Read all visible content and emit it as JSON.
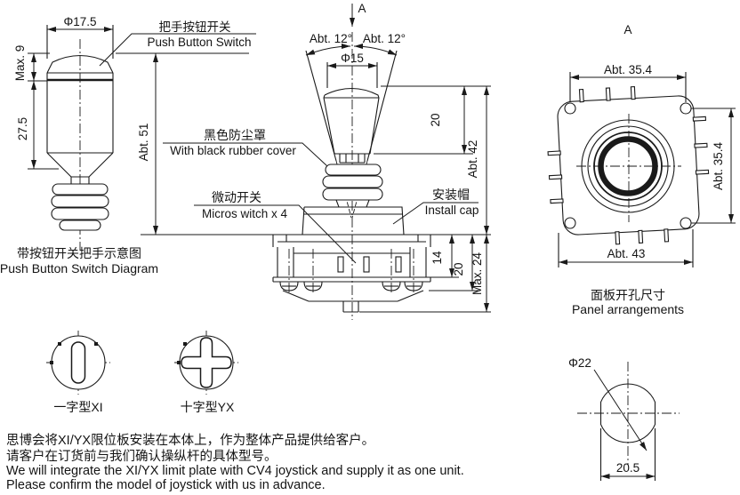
{
  "colors": {
    "line": "#1a1a1a",
    "background": "#ffffff"
  },
  "handle_view": {
    "dim_diameter": "Φ17.5",
    "dim_button_travel": "Max. 9",
    "dim_body_height": "27.5",
    "dim_total_height": "Abt. 51",
    "button_label_cn": "把手按钮开关",
    "button_label_en": "Push Button Switch",
    "caption_cn": "带按钮开关把手示意图",
    "caption_en": "Push Button Switch Diagram"
  },
  "joystick_view": {
    "view_arrow_label": "A",
    "dim_angle_left": "Abt. 12°",
    "dim_angle_right": "Abt. 12°",
    "dim_knob_diameter": "Φ15",
    "dim_knob_height": "20",
    "dim_above_panel": "Abt. 42",
    "dim_body_14": "14",
    "dim_body_20": "20",
    "dim_below_panel": "Max. 24",
    "rubber_label_cn": "黑色防尘罩",
    "rubber_label_en": "With black rubber cover",
    "micro_label_cn": "微动开关",
    "micro_label_en": "Micros witch x 4",
    "cap_label_cn": "安装帽",
    "cap_label_en": "Install cap"
  },
  "panel_view": {
    "title": "A",
    "dim_hole_pitch_h": "Abt. 35.4",
    "dim_hole_pitch_v": "Abt. 35.4",
    "dim_flange_width": "Abt. 43",
    "caption_cn": "面板开孔尺寸",
    "caption_en": "Panel arrangements"
  },
  "shaft_types": {
    "xi_label": "一字型XI",
    "yx_label": "十字型YX"
  },
  "cutout_view": {
    "dim_diameter": "Φ22",
    "dim_width": "20.5"
  },
  "notes": {
    "cn_line1": "思博会将XI/YX限位板安装在本体上，作为整体产品提供给客户。",
    "cn_line2": "请客户在订货前与我们确认操纵杆的具体型号。",
    "en_line1": "We will integrate the XI/YX limit plate with CV4 joystick and supply it as one unit.",
    "en_line2": "Please confirm the model of joystick with us in advance."
  }
}
